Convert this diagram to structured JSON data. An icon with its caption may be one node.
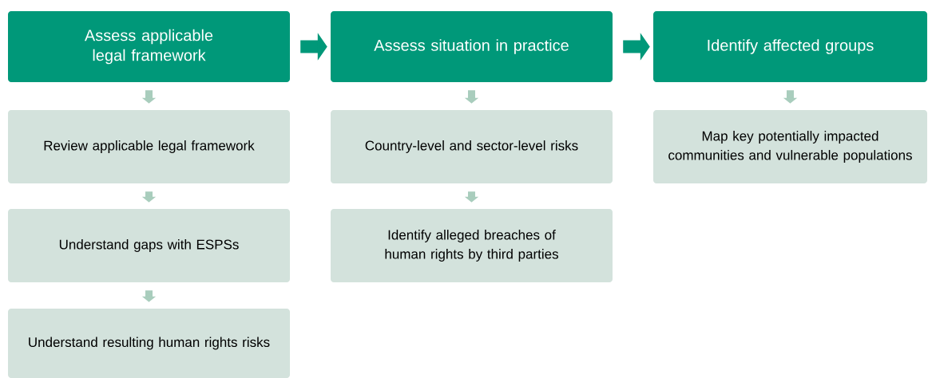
{
  "diagram": {
    "nodes": [
      {
        "text": [
          "Assess applicable legal framework"
        ]
      },
      {
        "text": [
          "Assess situation in practice"
        ]
      },
      {
        "text": [
          "Identify affected groups"
        ]
      },
      {
        "text": [
          "Review applicable legal framework"
        ]
      },
      {
        "text": [
          "Understand gaps with ESPSs"
        ]
      },
      {
        "text": [
          "Understand resulting human rights risks"
        ]
      },
      {
        "text": [
          "Country-level and sector-level risks"
        ]
      },
      {
        "text": [
          "Identify alleged breaches of human rights by third parties"
        ]
      },
      {
        "text": [
          "Map key potentially impacted communities and vulnerable populations"
        ]
      }
    ],
    "edges": [
      {
        "from": 0,
        "to": 1,
        "arrow": "to",
        "color": "#009879"
      },
      {
        "from": 1,
        "to": 2,
        "arrow": "to",
        "color": "#009879"
      },
      {
        "from": 0,
        "to": 3,
        "arrow": "to"
      },
      {
        "from": 3,
        "to": 4,
        "arrow": "to"
      },
      {
        "from": 4,
        "to": 5,
        "arrow": "to"
      },
      {
        "from": 1,
        "to": 6,
        "arrow": "to"
      },
      {
        "from": 6,
        "to": 7,
        "arrow": "to"
      },
      {
        "from": 2,
        "to": 8,
        "arrow": "to"
      }
    ]
  }
}
